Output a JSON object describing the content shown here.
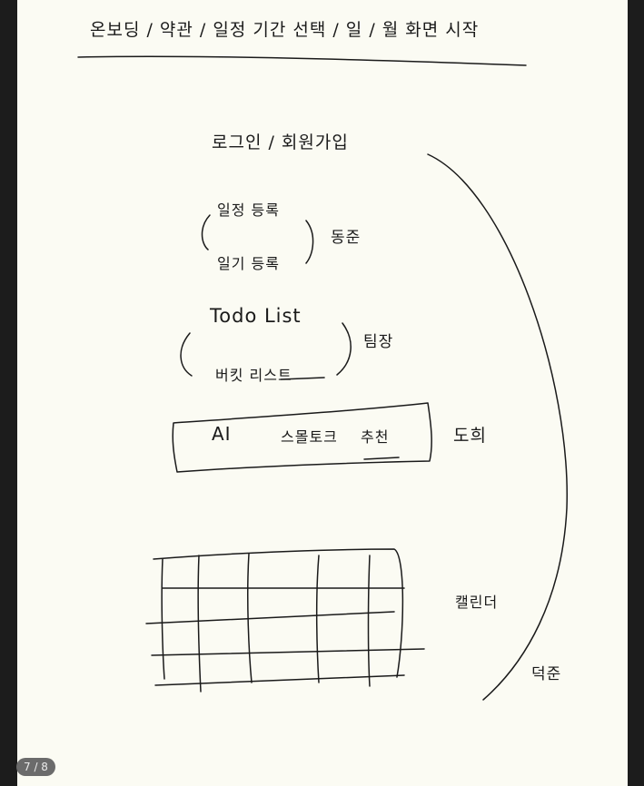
{
  "page": {
    "indicator": "7 / 8"
  },
  "note": {
    "header": "온보딩 / 약관 / 일정 기간 선택 / 일 / 월 화면 시작",
    "login": "로그인 / 회원가입",
    "group1": {
      "item1": "일정 등록",
      "item2": "일기 등록",
      "owner": "동준"
    },
    "group2": {
      "item1": "Todo List",
      "item2": "버킷 리스트",
      "owner": "팀장"
    },
    "ai": {
      "label_a": "AI",
      "label_b": "스몰토크",
      "label_c": "추천",
      "owner": "도희"
    },
    "calendar": {
      "label": "캘린더"
    },
    "right_owner": "덕준"
  }
}
